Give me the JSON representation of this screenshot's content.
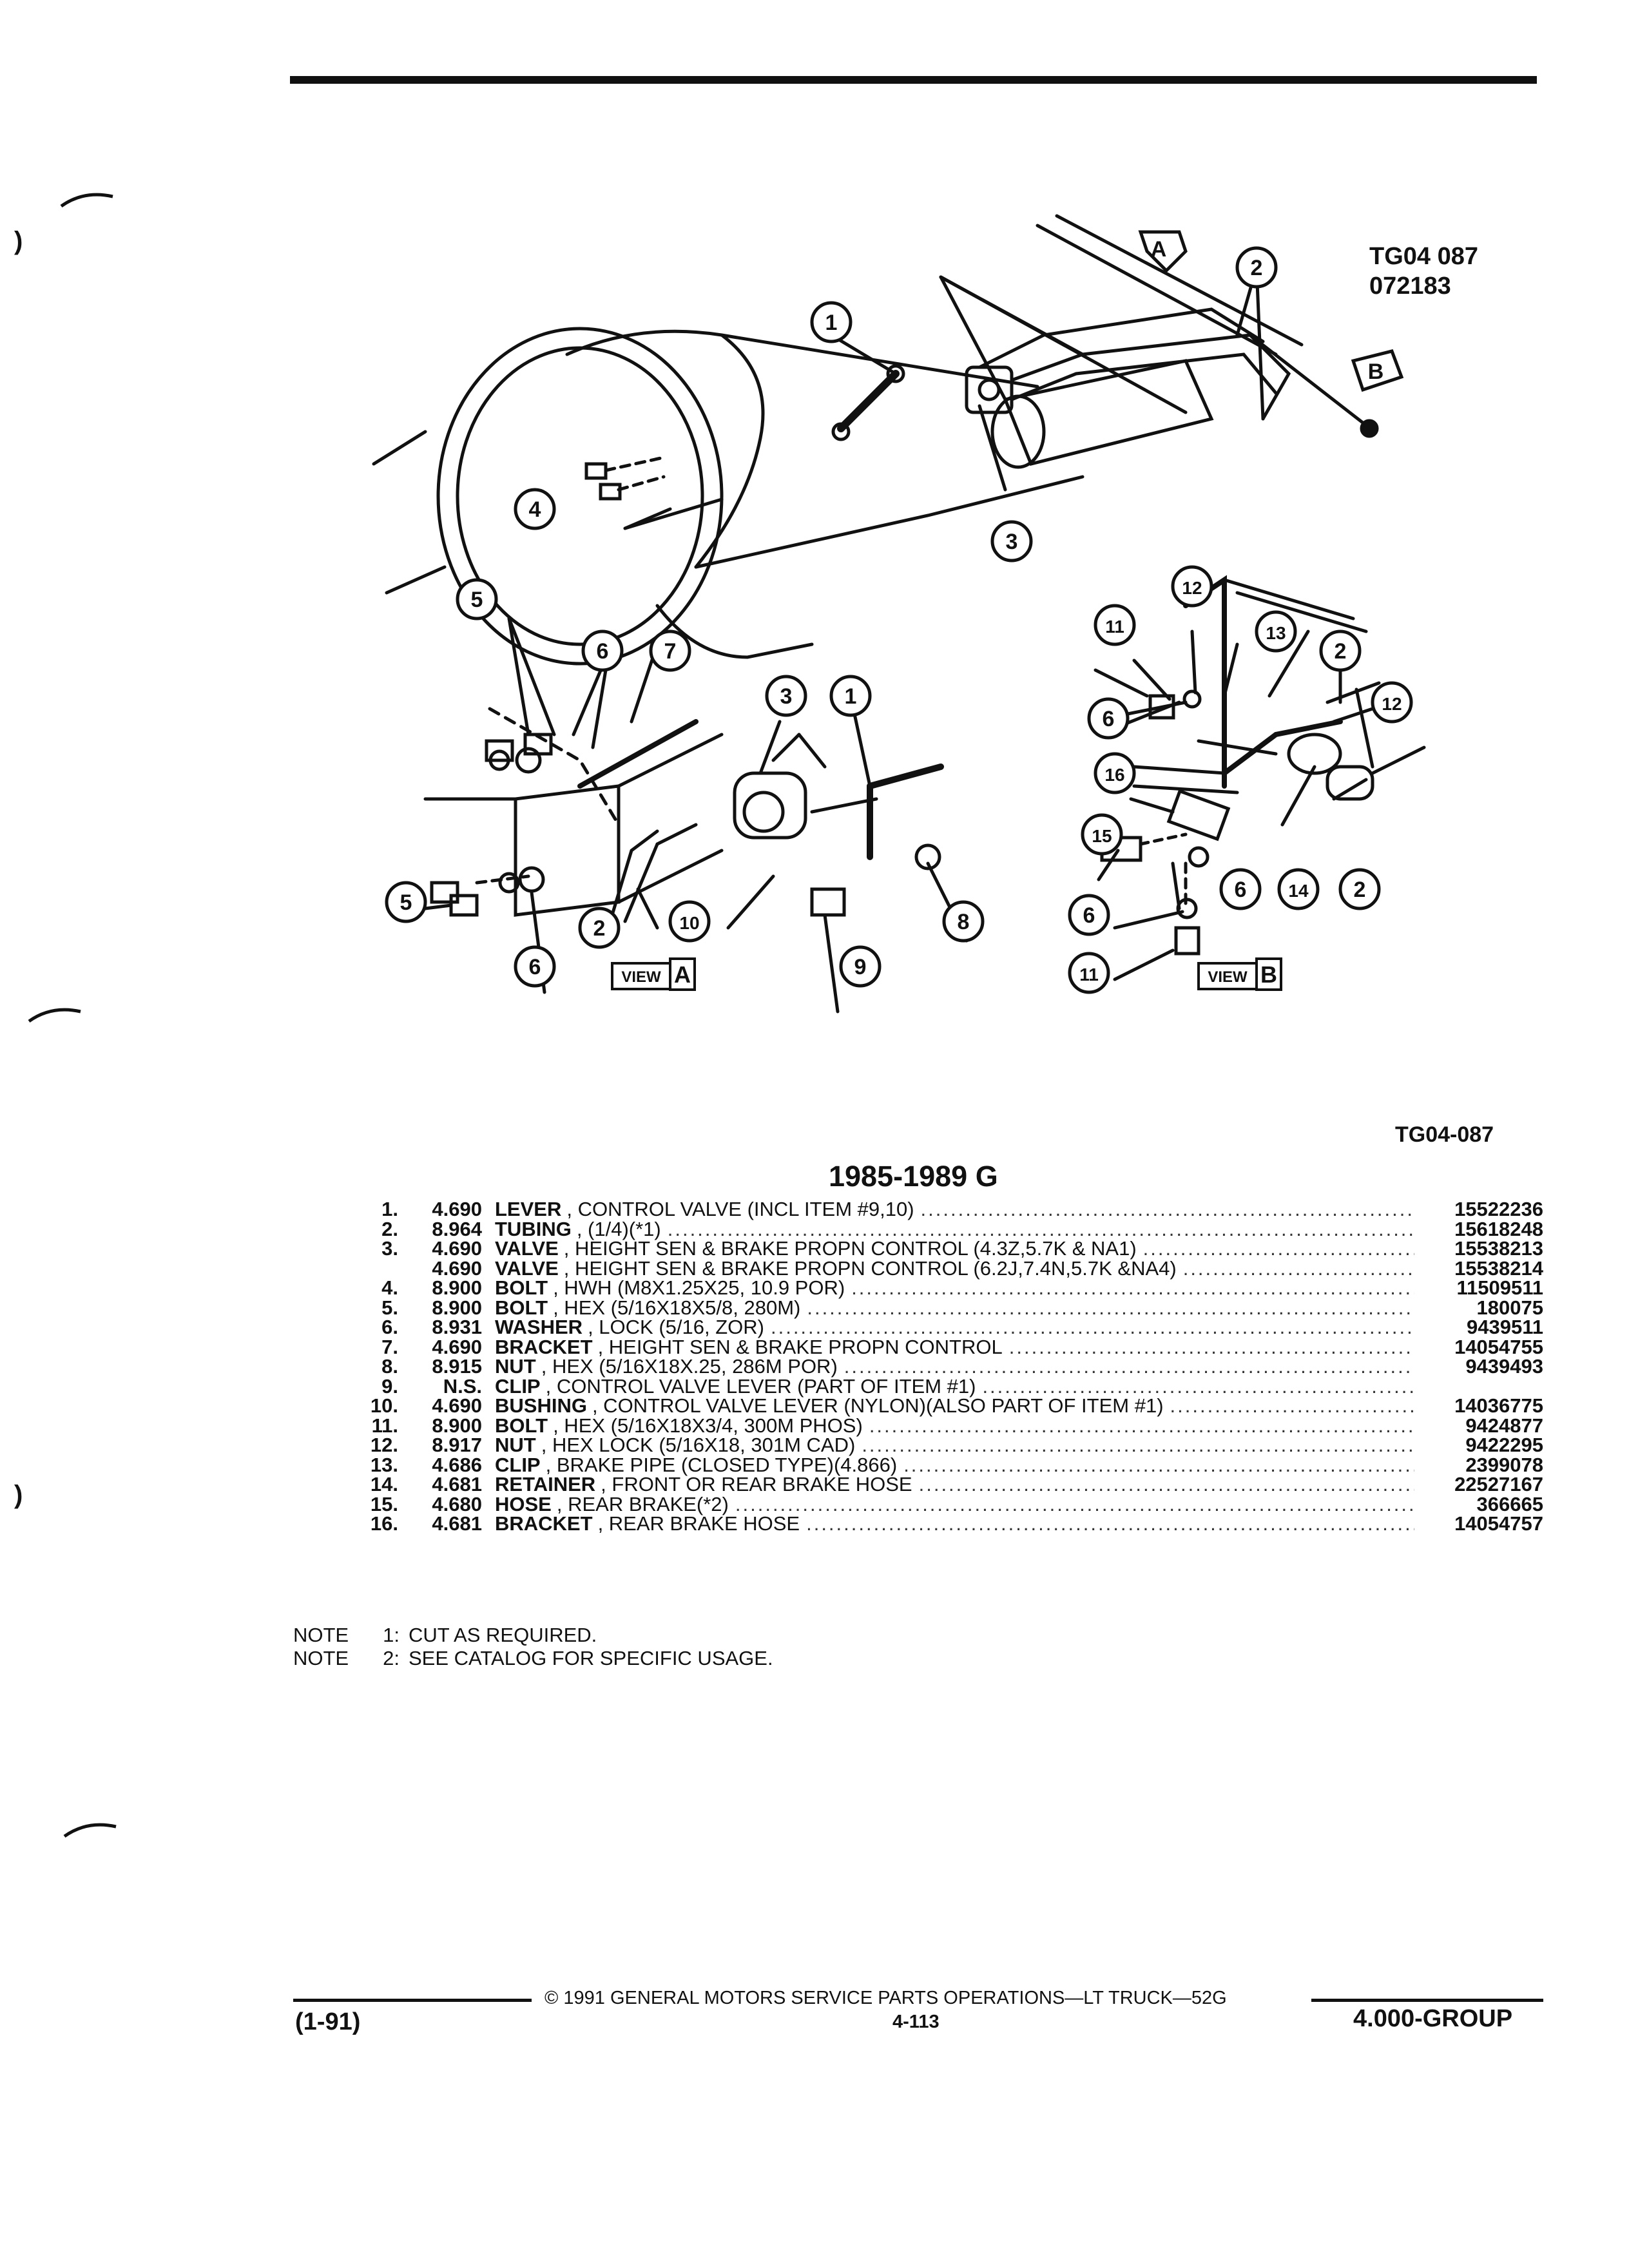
{
  "figure": {
    "code_top": "TG04 087",
    "date_code": "072183",
    "code_bottom": "TG04-087",
    "view_label": "VIEW",
    "view_a": "A",
    "view_b": "B",
    "callouts": [
      "1",
      "2",
      "3",
      "4",
      "5",
      "6",
      "7",
      "8",
      "9",
      "10",
      "11",
      "12",
      "13",
      "14",
      "15",
      "16"
    ]
  },
  "section_title": "1985-1989 G",
  "parts": [
    {
      "num": "1.",
      "group": "4.690",
      "name": "LEVER",
      "desc": ", CONTROL VALVE (INCL ITEM #9,10)",
      "part_no": "15522236"
    },
    {
      "num": "2.",
      "group": "8.964",
      "name": "TUBING",
      "desc": ", (1/4)(*1)",
      "part_no": "15618248"
    },
    {
      "num": "3.",
      "group": "4.690",
      "name": "VALVE",
      "desc": ", HEIGHT SEN & BRAKE PROPN CONTROL (4.3Z,5.7K & NA1)",
      "part_no": "15538213"
    },
    {
      "num": "",
      "group": "4.690",
      "name": "VALVE",
      "desc": ", HEIGHT SEN & BRAKE PROPN CONTROL (6.2J,7.4N,5.7K &NA4)",
      "part_no": "15538214"
    },
    {
      "num": "4.",
      "group": "8.900",
      "name": "BOLT",
      "desc": ", HWH (M8X1.25X25, 10.9 POR)",
      "part_no": "11509511"
    },
    {
      "num": "5.",
      "group": "8.900",
      "name": "BOLT",
      "desc": ", HEX (5/16X18X5/8, 280M)",
      "part_no": "180075"
    },
    {
      "num": "6.",
      "group": "8.931",
      "name": "WASHER",
      "desc": ", LOCK (5/16, ZOR)",
      "part_no": "9439511"
    },
    {
      "num": "7.",
      "group": "4.690",
      "name": "BRACKET",
      "desc": ", HEIGHT SEN & BRAKE PROPN CONTROL",
      "part_no": "14054755"
    },
    {
      "num": "8.",
      "group": "8.915",
      "name": "NUT",
      "desc": ", HEX (5/16X18X.25, 286M POR)",
      "part_no": "9439493"
    },
    {
      "num": "9.",
      "group": "N.S.",
      "name": "CLIP",
      "desc": ", CONTROL VALVE LEVER (PART OF ITEM #1)",
      "part_no": ""
    },
    {
      "num": "10.",
      "group": "4.690",
      "name": "BUSHING",
      "desc": ", CONTROL VALVE LEVER (NYLON)(ALSO PART OF ITEM #1)",
      "part_no": "14036775"
    },
    {
      "num": "11.",
      "group": "8.900",
      "name": "BOLT",
      "desc": ", HEX (5/16X18X3/4, 300M PHOS)",
      "part_no": "9424877"
    },
    {
      "num": "12.",
      "group": "8.917",
      "name": "NUT",
      "desc": ", HEX LOCK (5/16X18, 301M CAD)",
      "part_no": "9422295"
    },
    {
      "num": "13.",
      "group": "4.686",
      "name": "CLIP",
      "desc": ", BRAKE PIPE (CLOSED TYPE)(4.866)",
      "part_no": "2399078"
    },
    {
      "num": "14.",
      "group": "4.681",
      "name": "RETAINER",
      "desc": ", FRONT OR REAR BRAKE HOSE",
      "part_no": "22527167"
    },
    {
      "num": "15.",
      "group": "4.680",
      "name": "HOSE",
      "desc": ", REAR BRAKE(*2)",
      "part_no": "366665"
    },
    {
      "num": "16.",
      "group": "4.681",
      "name": "BRACKET",
      "desc": ", REAR BRAKE HOSE",
      "part_no": "14054757"
    }
  ],
  "notes": [
    {
      "label": "NOTE",
      "num": "1:",
      "text": "CUT AS REQUIRED."
    },
    {
      "label": "NOTE",
      "num": "2:",
      "text": "SEE CATALOG FOR SPECIFIC USAGE."
    }
  ],
  "footer": {
    "copyright": "© 1991  GENERAL MOTORS SERVICE PARTS OPERATIONS—LT TRUCK—52G",
    "page": "4-113",
    "revision": "(1-91)",
    "group": "4.000-GROUP"
  }
}
